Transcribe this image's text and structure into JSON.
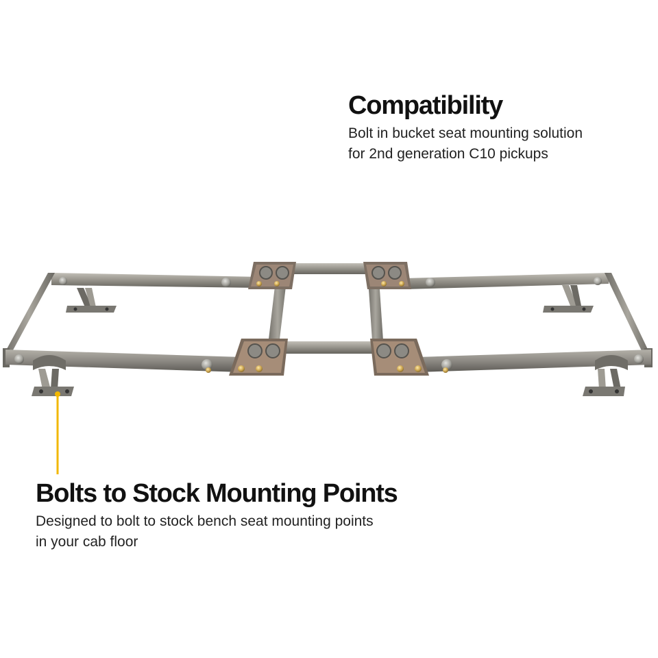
{
  "compatibility": {
    "title": "Compatibility",
    "lines": [
      "Bolt in bucket seat mounting solution",
      "for 2nd generation C10 pickups"
    ]
  },
  "mounting": {
    "title": "Bolts to Stock Mounting Points",
    "lines": [
      "Designed to bolt to stock bench seat mounting points",
      "in your cab floor"
    ]
  },
  "colors": {
    "leader_line": "#f2b700",
    "steel": "#8f8d87",
    "steel_dark": "#5e5c57",
    "steel_light": "#b9b6ae",
    "weld": "#a8846a",
    "bolt": "#c8a85a",
    "text": "#111111"
  }
}
